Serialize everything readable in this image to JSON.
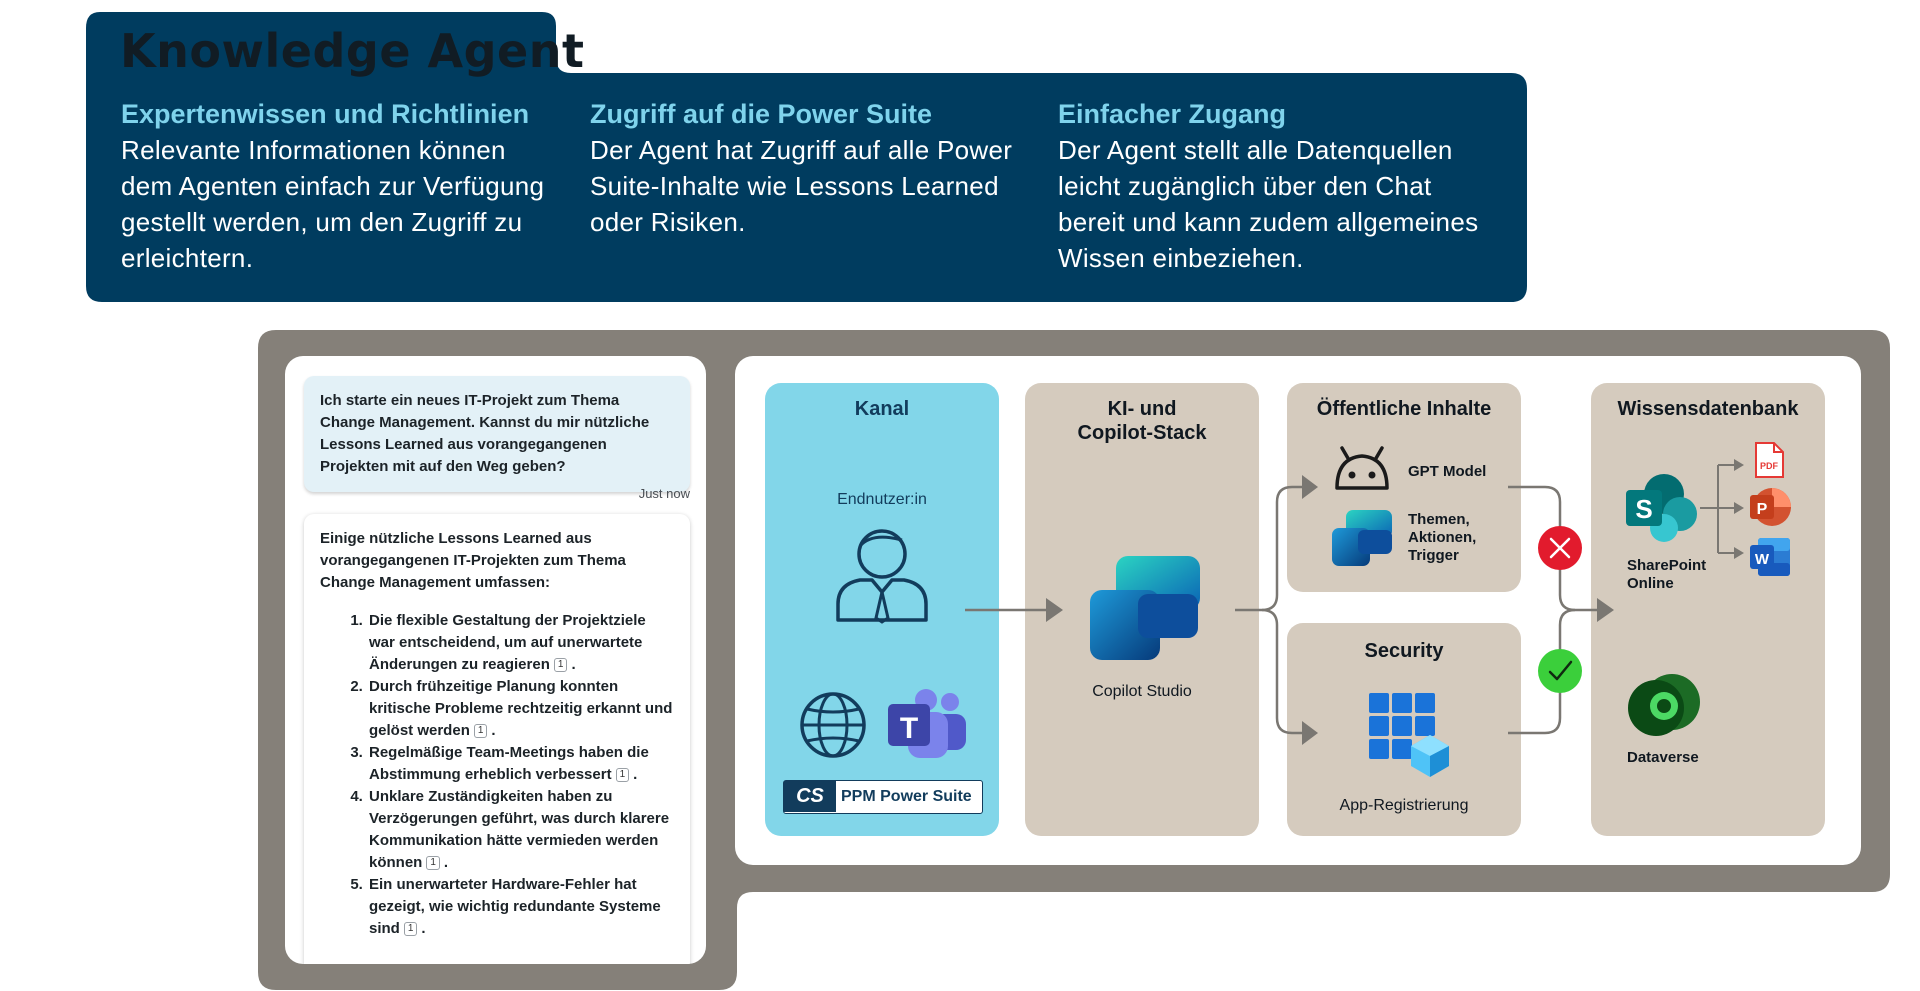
{
  "header": {
    "title": "Knowledge Agent",
    "features": [
      {
        "title": "Expertenwissen und Richtlinien",
        "lines": [
          "Relevante Informationen können",
          "dem Agenten einfach zur Verfügung",
          "gestellt werden, um den Zugriff zu",
          "erleichtern."
        ]
      },
      {
        "title": "Zugriff auf die Power Suite",
        "lines": [
          "Der Agent hat Zugriff auf alle Power",
          "Suite-Inhalte wie Lessons Learned",
          "oder Risiken."
        ]
      },
      {
        "title": "Einfacher Zugang",
        "lines": [
          "Der Agent stellt alle Datenquellen",
          "leicht zugänglich über den Chat",
          "bereit und kann zudem allgemeines",
          "Wissen einbeziehen."
        ]
      }
    ]
  },
  "chat": {
    "user_message": "Ich starte ein neues IT-Projekt zum Thema Change Management. Kannst du mir nützliche Lessons Learned aus vorangegangenen Projekten mit auf den Weg geben?",
    "timestamp": "Just now",
    "bot_intro": "Einige nützliche Lessons Learned aus vorangegangenen IT-Projekten zum Thema Change Management umfassen:",
    "citation": "1",
    "items": [
      "Die flexible Gestaltung der Projektziele war entscheidend, um auf unerwartete Änderungen zu reagieren",
      "Durch frühzeitige Planung konnten kritische Probleme rechtzeitig erkannt und gelöst werden",
      "Regelmäßige Team-Meetings haben die Abstimmung erheblich verbessert",
      "Unklare Zuständigkeiten haben zu Verzögerungen geführt, was durch klarere Kommunikation hätte vermieden werden können",
      "Ein unerwarteter Hardware-Fehler hat gezeigt, wie wichtig redundante Systeme sind"
    ]
  },
  "diagram": {
    "kanal": {
      "title": "Kanal",
      "user_label": "Endnutzer:in",
      "ppm_logo": "CS",
      "ppm_text": "PPM Power Suite"
    },
    "ki": {
      "title_line1": "KI- und",
      "title_line2": "Copilot-Stack",
      "studio_label": "Copilot Studio"
    },
    "oeffentlich": {
      "title": "Öffentliche Inhalte",
      "gpt_label": "GPT Model",
      "topics_lines": [
        "Themen,",
        "Aktionen,",
        "Trigger"
      ]
    },
    "security": {
      "title": "Security",
      "app_label": "App-Registrierung"
    },
    "wissen": {
      "title": "Wissensdatenbank",
      "sharepoint_lines": [
        "SharePoint",
        "Online"
      ],
      "dataverse_label": "Dataverse",
      "pdf_label": "PDF",
      "ppt_letter": "P",
      "word_letter": "W",
      "sp_letter": "S",
      "teams_letter": "T"
    }
  },
  "colors": {
    "banner": "#003c5f",
    "frame": "#858079",
    "kanal": "#82d6e9",
    "panel": "#d5cbbe",
    "accent_text": "#7fd3ec",
    "deny": "#e21b2d",
    "allow": "#3bcf3b"
  }
}
